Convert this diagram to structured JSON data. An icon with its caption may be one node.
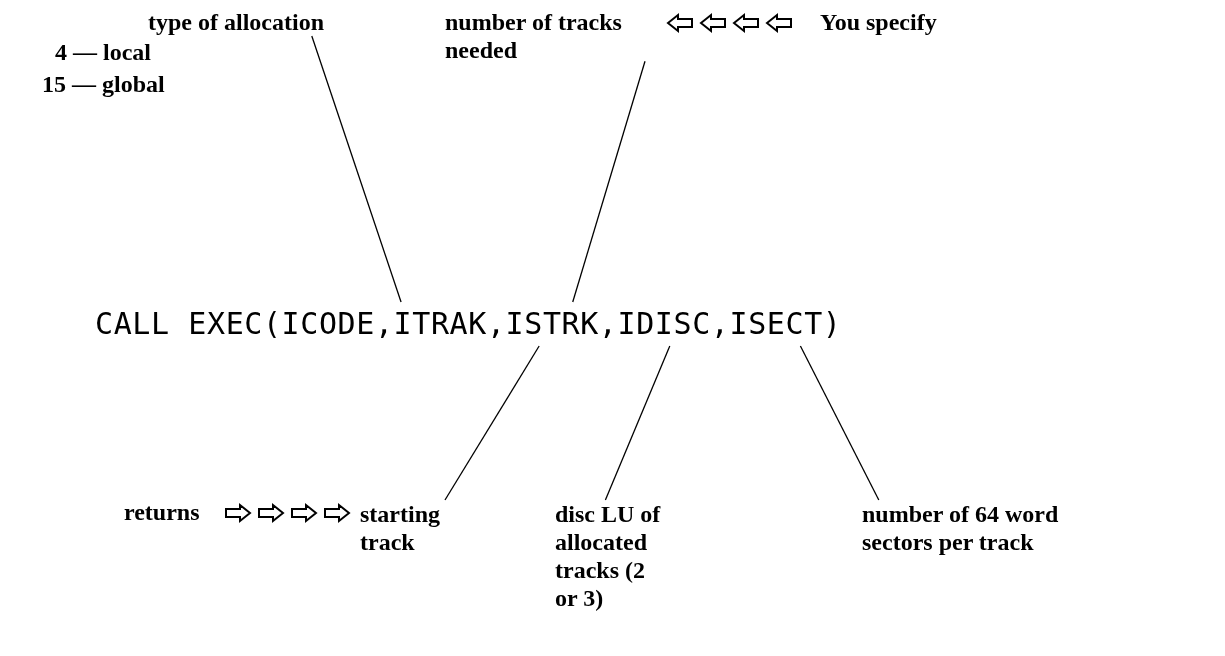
{
  "diagram": {
    "nodes": [
      {
        "text": [
          "type of allocation"
        ]
      },
      {
        "text": [
          "number of tracks needed"
        ]
      },
      {
        "text": [
          "CALL EXEC(ICODE,ITRAK,ISTRK,IDISC,ISECT)"
        ]
      },
      {
        "text": [
          "starting track"
        ]
      },
      {
        "text": [
          "disc LU of allocated tracks (2 or 3)"
        ]
      },
      {
        "text": [
          "number of 64 word sectors per track"
        ]
      }
    ],
    "edges": [
      {
        "from": 0,
        "to": 2,
        "arrow": "none"
      },
      {
        "from": 1,
        "to": 2,
        "arrow": "none"
      },
      {
        "from": 3,
        "to": 2,
        "arrow": "none"
      },
      {
        "from": 4,
        "to": 2,
        "arrow": "none"
      },
      {
        "from": 5,
        "to": 2,
        "arrow": "none"
      }
    ],
    "labels": [
      "4 — local",
      "15 — global",
      "You specify",
      "returns"
    ]
  }
}
